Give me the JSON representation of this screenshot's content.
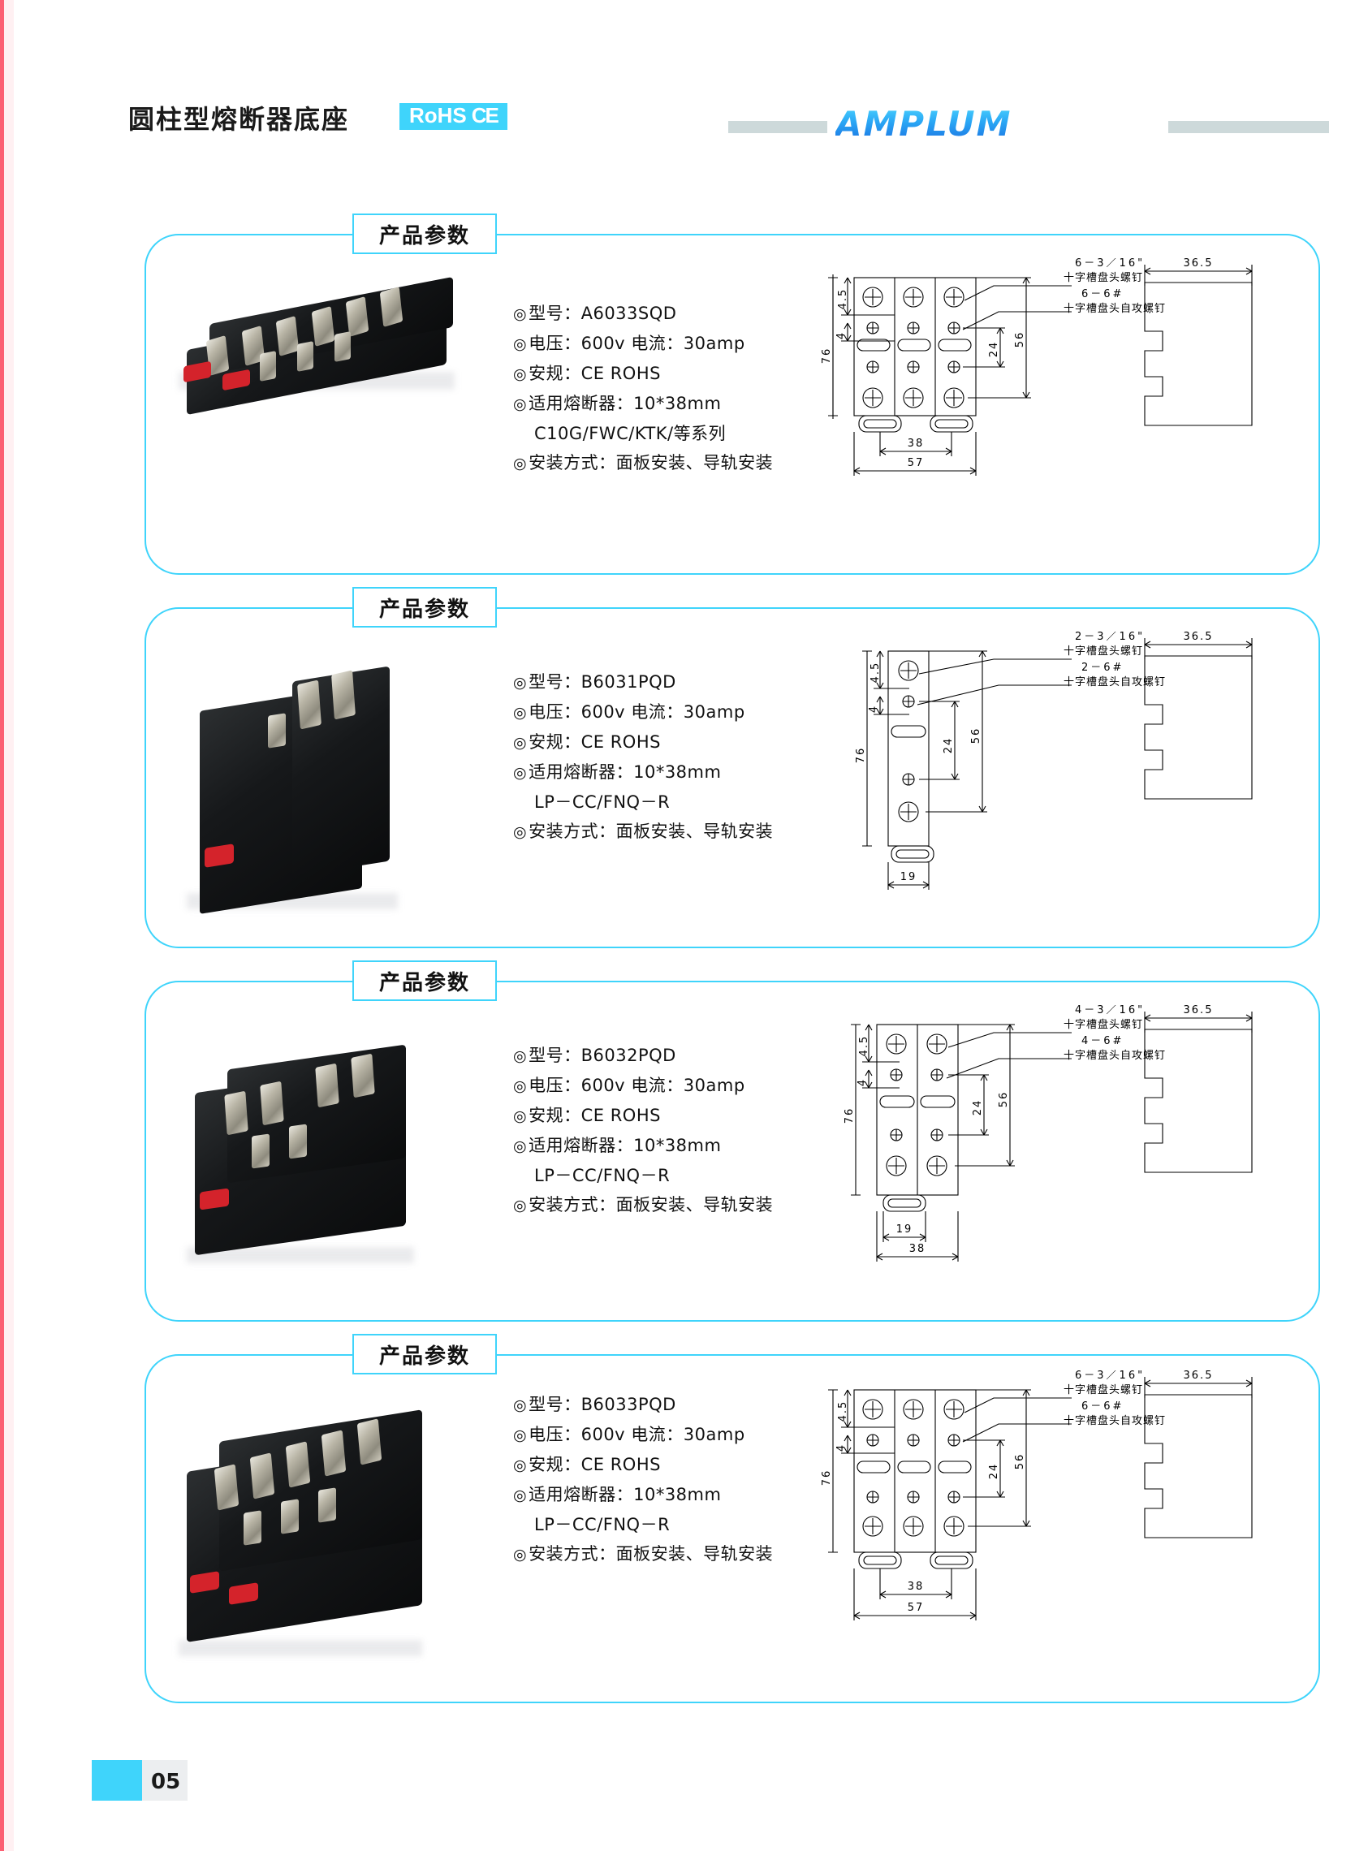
{
  "header": {
    "title": "圆柱型熔断器底座",
    "rohs_label": "RoHS",
    "ce_label": "CE",
    "brand": "AMPLUM"
  },
  "section_title": "产品参数",
  "footer": {
    "page_number": "05"
  },
  "colors": {
    "accent_cyan": "#3fd4fb",
    "brand_blue": "#1f86e8",
    "edge_red": "#fc5f72",
    "bar_gray": "#cdd9da"
  },
  "products": [
    {
      "id": "A6033SQD",
      "specs": [
        {
          "bullet": "◎",
          "text": "型号：A6033SQD",
          "indent": false
        },
        {
          "bullet": "◎",
          "text": "电压：600v 电流：30amp",
          "indent": false
        },
        {
          "bullet": "◎",
          "text": "安规：CE ROHS",
          "indent": false
        },
        {
          "bullet": "◎",
          "text": "适用熔断器：10*38mm",
          "indent": false
        },
        {
          "bullet": "",
          "text": "C10G/FWC/KTK/等系列",
          "indent": true
        },
        {
          "bullet": "◎",
          "text": "安装方式：面板安装、导轨安装",
          "indent": false
        }
      ],
      "drawing": {
        "callout_1_code": "6－3／16\"",
        "callout_1_text": "十字槽盘头螺钉",
        "callout_2_code": "6－6#",
        "callout_2_text": "十字槽盘头自攻螺钉",
        "dim_height": "76",
        "dim_small": "4.5",
        "dim_tiny": "4",
        "dim_mid": "24",
        "dim_right": "56",
        "dim_inner_width": "38",
        "dim_outer_width": "57",
        "dim_side_width": "36.5",
        "poles": 3
      }
    },
    {
      "id": "B6031PQD",
      "specs": [
        {
          "bullet": "◎",
          "text": "型号：B6031PQD",
          "indent": false
        },
        {
          "bullet": "◎",
          "text": "电压：600v 电流：30amp",
          "indent": false
        },
        {
          "bullet": "◎",
          "text": "安规：CE ROHS",
          "indent": false
        },
        {
          "bullet": "◎",
          "text": "适用熔断器：10*38mm",
          "indent": false
        },
        {
          "bullet": "",
          "text": "LP－CC/FNQ－R",
          "indent": true
        },
        {
          "bullet": "◎",
          "text": "安装方式：面板安装、导轨安装",
          "indent": false
        }
      ],
      "drawing": {
        "callout_1_code": "2－3／16\"",
        "callout_1_text": "十字槽盘头螺钉",
        "callout_2_code": "2－6#",
        "callout_2_text": "十字槽盘头自攻螺钉",
        "dim_height": "76",
        "dim_small": "4.5",
        "dim_tiny": "4",
        "dim_mid": "24",
        "dim_right": "56",
        "dim_inner_width": "",
        "dim_outer_width": "19",
        "dim_side_width": "36.5",
        "poles": 1
      }
    },
    {
      "id": "B6032PQD",
      "specs": [
        {
          "bullet": "◎",
          "text": "型号：B6032PQD",
          "indent": false
        },
        {
          "bullet": "◎",
          "text": "电压：600v 电流：30amp",
          "indent": false
        },
        {
          "bullet": "◎",
          "text": "安规：CE ROHS",
          "indent": false
        },
        {
          "bullet": "◎",
          "text": "适用熔断器：10*38mm",
          "indent": false
        },
        {
          "bullet": "",
          "text": "LP－CC/FNQ－R",
          "indent": true
        },
        {
          "bullet": "◎",
          "text": "安装方式：面板安装、导轨安装",
          "indent": false
        }
      ],
      "drawing": {
        "callout_1_code": "4－3／16\"",
        "callout_1_text": "十字槽盘头螺钉",
        "callout_2_code": "4－6#",
        "callout_2_text": "十字槽盘头自攻螺钉",
        "dim_height": "76",
        "dim_small": "4.5",
        "dim_tiny": "4",
        "dim_mid": "24",
        "dim_right": "56",
        "dim_inner_width": "19",
        "dim_outer_width": "38",
        "dim_side_width": "36.5",
        "poles": 2
      }
    },
    {
      "id": "B6033PQD",
      "specs": [
        {
          "bullet": "◎",
          "text": "型号：B6033PQD",
          "indent": false
        },
        {
          "bullet": "◎",
          "text": "电压：600v 电流：30amp",
          "indent": false
        },
        {
          "bullet": "◎",
          "text": "安规：CE ROHS",
          "indent": false
        },
        {
          "bullet": "◎",
          "text": "适用熔断器：10*38mm",
          "indent": false
        },
        {
          "bullet": "",
          "text": "LP－CC/FNQ－R",
          "indent": true
        },
        {
          "bullet": "◎",
          "text": "安装方式：面板安装、导轨安装",
          "indent": false
        }
      ],
      "drawing": {
        "callout_1_code": "6－3／16\"",
        "callout_1_text": "十字槽盘头螺钉",
        "callout_2_code": "6－6#",
        "callout_2_text": "十字槽盘头自攻螺钉",
        "dim_height": "76",
        "dim_small": "4.5",
        "dim_tiny": "4",
        "dim_mid": "24",
        "dim_right": "56",
        "dim_inner_width": "38",
        "dim_outer_width": "57",
        "dim_side_width": "36.5",
        "poles": 3
      }
    }
  ]
}
